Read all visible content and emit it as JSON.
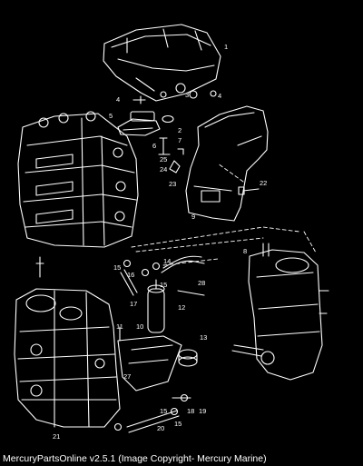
{
  "caption": "MercuryPartsOnline v2.5.1 (Image Copyright- Mercury Marine)",
  "callouts": {
    "c1": "1",
    "c2": "2",
    "c3": "3",
    "c4a": "4",
    "c4b": "4",
    "c5": "5",
    "c6": "6",
    "c7": "7",
    "c8": "8",
    "c9": "9",
    "c10": "10",
    "c11": "11",
    "c12": "12",
    "c13": "13",
    "c14": "14",
    "c15a": "15",
    "c15b": "15",
    "c15c": "15",
    "c15d": "15",
    "c16": "16",
    "c17": "17",
    "c18": "18",
    "c19": "19",
    "c20": "20",
    "c21": "21",
    "c22": "22",
    "c23": "23",
    "c24": "24",
    "c25": "25",
    "c27": "27",
    "c28": "28"
  }
}
